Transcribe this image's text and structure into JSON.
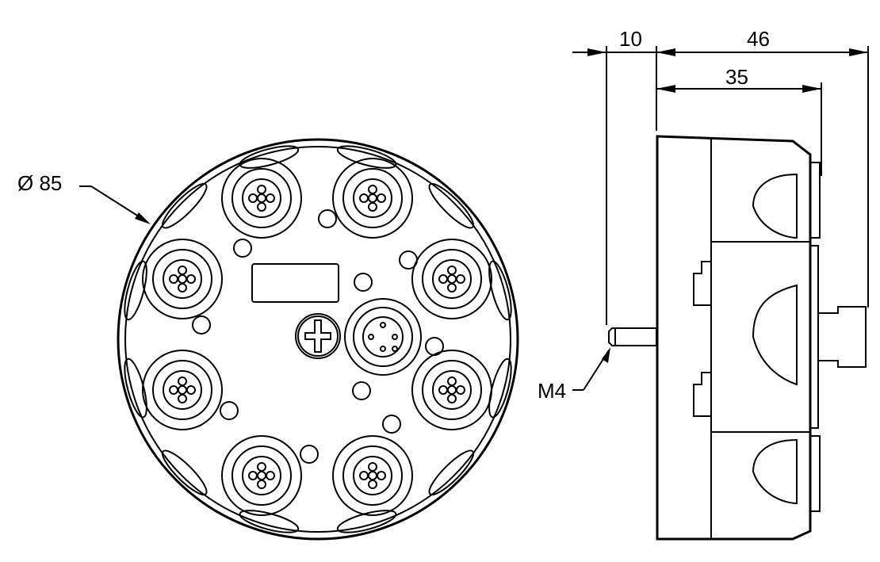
{
  "labels": {
    "diameter": "Ø 85",
    "dim_10": "10",
    "dim_46": "46",
    "dim_35": "35",
    "thread": "M4"
  },
  "colors": {
    "line": "#000000",
    "background": "#ffffff"
  }
}
